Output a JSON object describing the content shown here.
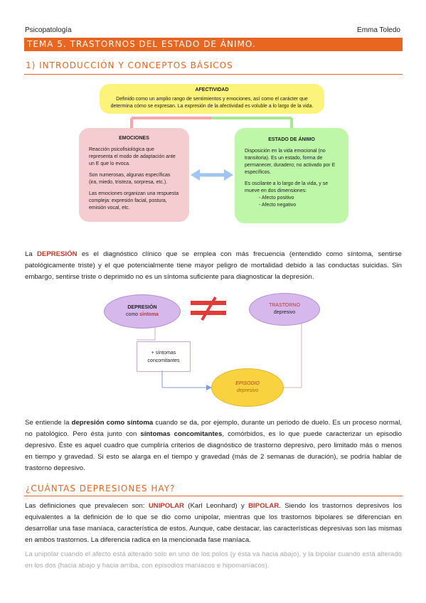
{
  "header": {
    "left": "Psicopatología",
    "right": "Emma Toledo"
  },
  "banner": {
    "title": "TEMA 5. TRASTORNOS DEL ESTADO DE ÁNIMO."
  },
  "section1": {
    "title": "1) INTRODUCCIÓN Y CONCEPTOS BÁSICOS"
  },
  "diagram1": {
    "afectividad": {
      "title": "AFECTIVIDAD",
      "text": "Definido como un amplio rango de sentimientos y emociones, así como el carácter que determina cómo se expresan. La expresión de la afectividad es voluble a lo largo de la vida."
    },
    "emociones": {
      "title": "EMOCIONES",
      "p1": "Reacción psicofisiológica que representa el modo de adaptación ante un E que lo evoca.",
      "p2": "Son numerosas, algunas específicas (ira, miedo, tristeza, sorpresa, etc.).",
      "p3": "Las emociones organizan una respuesta compleja: expresión facial, postura, emisión vocal, etc."
    },
    "estado": {
      "title": "ESTADO DE ÁNIMO",
      "p1": "Disposición en la vida emocional (no transitoria). Es un estado, forma de permanecer, duradero; no activado por E específicos.",
      "p2": "Es oscilante a lo largo de la vida, y se mueve en dos dimensiones:",
      "li1": "- Afecto positivo",
      "li2": "- Afecto negativo"
    }
  },
  "para1": {
    "lead": "La ",
    "bold": "DEPRESIÓN",
    "rest": " es el diagnóstico clínico que se emplea con más frecuencia (entendido como síntoma, sentirse patológicamente triste) y el que potencialmente tiene mayor peligro de mortalidad debido a las conductas suicidas. Sin embargo, sentirse triste o deprimido no es un síntoma suficiente para diagnosticar la depresión."
  },
  "diagram2": {
    "dep_l1": "DEPRESIÓN",
    "dep_l2a": "como ",
    "dep_l2b": "síntoma",
    "tras_l1": "TRASTORNO",
    "tras_l2": "depresivo",
    "sint_l1": "+ síntomas",
    "sint_l2": "concomitantes",
    "epi_l1": "EPISODIO",
    "epi_l2": "depresivo"
  },
  "para2": {
    "t1": "Se entiende la ",
    "b1": "depresión como síntoma",
    "t2": " cuando se da, por ejemplo, durante un periodo de duelo. Es un proceso normal, no patológico. Pero ésta junto con ",
    "b2": "síntomas concomitantes",
    "t3": ", comórbidos, es lo que puede caracterizar un episodio depresivo. Éste es aquel cuadro que cumpliría criterios de diagnóstico de trastorno depresivo, pero limitado más o menos en tiempo y gravedad. Si esto se alarga en el tiempo y gravedad (más de 2 semanas de duración), se podría hablar de trastorno depresivo."
  },
  "section2": {
    "title": "¿CUÁNTAS DEPRESIONES HAY?"
  },
  "para3": {
    "t1": "Las definiciones que prevalecen son: ",
    "b1": "UNIPOLAR",
    "t2": " (Karl Leonhard) y ",
    "b2": "BIPOLAR",
    "t3": ". Siendo los trastornos depresivos los equivalentes a la definición de lo que se dio como unipolar, mientras que los trastornos bipolares se diferencian en desarrollar una fase maníaca, característica de estos. Aunque, cabe destacar, las características depresivas son las mismas en ambos trastornos. La diferencia radica en la mencionada fase maníaca."
  },
  "para4": {
    "text": "La unipolar cuando el afecto está alterado solo en uno de los polos (y ésta va hacia abajo), y la bipolar cuando está alterado en los dos (hacia abajo y hacia arriba, con episodios maníacos e hipomaníacos)."
  }
}
